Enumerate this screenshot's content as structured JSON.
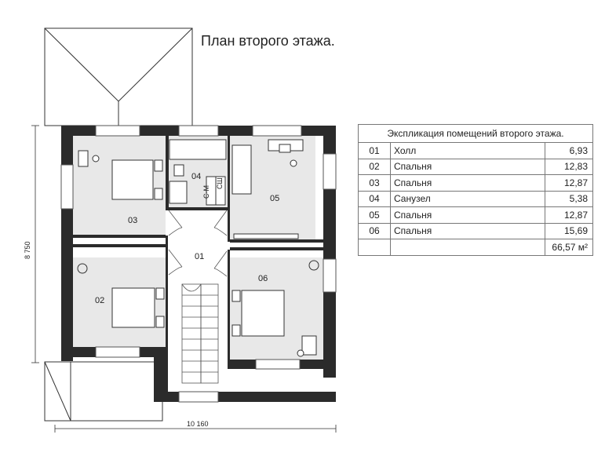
{
  "title": "План второго этажа.",
  "explication": {
    "header": "Экспликация помещений второго этажа.",
    "rows": [
      {
        "num": "01",
        "name": "Холл",
        "area": "6,93"
      },
      {
        "num": "02",
        "name": "Спальня",
        "area": "12,83"
      },
      {
        "num": "03",
        "name": "Спальня",
        "area": "12,87"
      },
      {
        "num": "04",
        "name": "Санузел",
        "area": "5,38"
      },
      {
        "num": "05",
        "name": "Спальня",
        "area": "12,87"
      },
      {
        "num": "06",
        "name": "Спальня",
        "area": "15,69"
      }
    ],
    "total": "66,57 м²"
  },
  "plan": {
    "dim_height": "8 750",
    "dim_width": "10 160",
    "bath_cabinet_1": "С-М",
    "bath_cabinet_2": "СШ",
    "rooms": {
      "r01": "01",
      "r02": "02",
      "r03": "03",
      "r04": "04",
      "r05": "05",
      "r06": "06"
    }
  }
}
